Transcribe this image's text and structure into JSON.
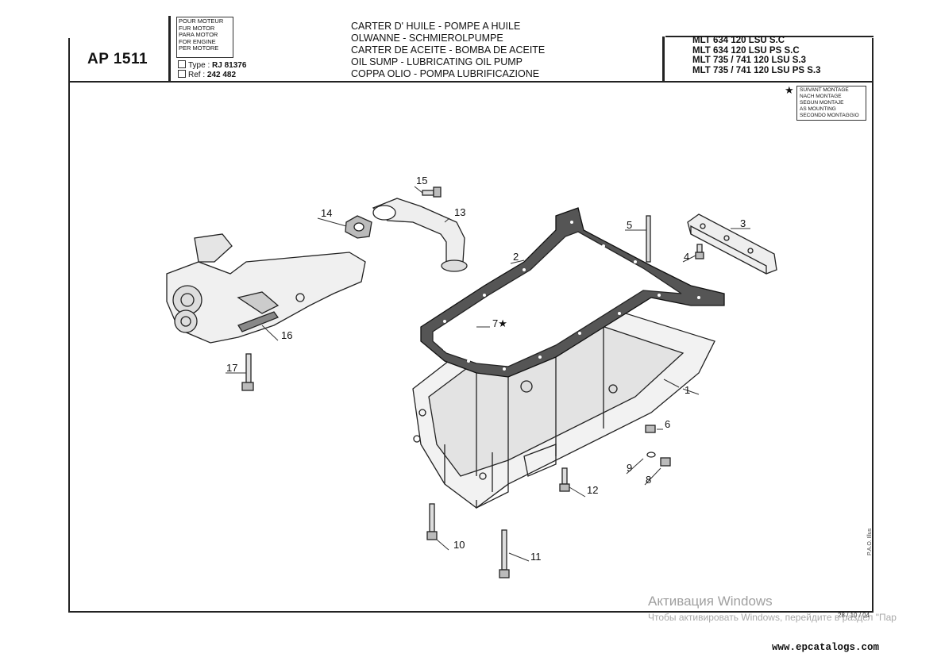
{
  "header": {
    "code": "AP 1511",
    "engine_labels": [
      "POUR MOTEUR",
      "FUR MOTOR",
      "PARA MOTOR",
      "FOR ENGINE",
      "PER MOTORE"
    ],
    "type_label": "Type :",
    "type_value": "RJ 81376",
    "ref_label": "Ref :",
    "ref_value": "242 482",
    "titles": [
      "CARTER D' HUILE - POMPE A HUILE",
      "OLWANNE - SCHMIEROLPUMPE",
      "CARTER DE ACEITE - BOMBA DE ACEITE",
      "OIL SUMP - LUBRICATING OIL PUMP",
      "COPPA OLIO - POMPA LUBRIFICAZIONE"
    ],
    "models": [
      "MLT 634 120 LSU  S.C",
      "MLT 634 120 LSU PS S.C",
      "MLT 735 / 741 120 LSU S.3",
      "MLT 735 / 741 120 LSU PS S.3"
    ]
  },
  "legend": {
    "symbol": "★",
    "lines": [
      "SUIVANT MONTAGE",
      "NACH MONTAGE",
      "SEGUN MONTAJE",
      "AS MOUNTING",
      "SECONDO MONTAGGIO"
    ]
  },
  "callouts": {
    "c1": "1",
    "c2": "2",
    "c3": "3",
    "c4": "4",
    "c5": "5",
    "c6": "6",
    "c7": "7★",
    "c8": "8",
    "c9": "9",
    "c10": "10",
    "c11": "11",
    "c12": "12",
    "c13": "13",
    "c14": "14",
    "c15": "15",
    "c16": "16",
    "c17": "17"
  },
  "footer": {
    "side_text": "P.A.O. Illus",
    "date": "28 / 10 / 04",
    "watermark_title": "Активация Windows",
    "watermark_sub": "Чтобы активировать Windows, перейдите в раздел \"Пар",
    "site": "www.epcatalogs.com"
  }
}
